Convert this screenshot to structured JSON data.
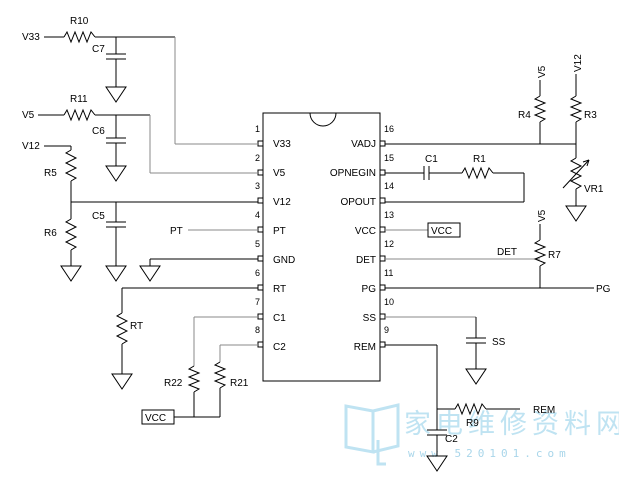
{
  "ic": {
    "left_pins": [
      {
        "num": "1",
        "name": "V33"
      },
      {
        "num": "2",
        "name": "V5"
      },
      {
        "num": "3",
        "name": "V12"
      },
      {
        "num": "4",
        "name": "PT"
      },
      {
        "num": "5",
        "name": "GND"
      },
      {
        "num": "6",
        "name": "RT"
      },
      {
        "num": "7",
        "name": "C1"
      },
      {
        "num": "8",
        "name": "C2"
      }
    ],
    "right_pins": [
      {
        "num": "16",
        "name": "VADJ"
      },
      {
        "num": "15",
        "name": "OPNEGIN"
      },
      {
        "num": "14",
        "name": "OPOUT"
      },
      {
        "num": "13",
        "name": "VCC"
      },
      {
        "num": "12",
        "name": "DET"
      },
      {
        "num": "11",
        "name": "PG"
      },
      {
        "num": "10",
        "name": "SS"
      },
      {
        "num": "9",
        "name": "REM"
      }
    ]
  },
  "components": {
    "r10": "R10",
    "r11": "R11",
    "r5": "R5",
    "r6": "R6",
    "r4": "R4",
    "r3": "R3",
    "r1": "R1",
    "r7": "R7",
    "rt": "RT",
    "r22": "R22",
    "r21": "R21",
    "r9": "R9",
    "c7": "C7",
    "c6": "C6",
    "c5": "C5",
    "c1": "C1",
    "c2": "C2",
    "vr1": "VR1"
  },
  "nets": {
    "v33": "V33",
    "v5_left": "V5",
    "v12_left": "V12",
    "v5_top": "V5",
    "v12_top": "V12",
    "v5_r7": "V5",
    "pt": "PT",
    "det": "DET",
    "pg": "PG",
    "ss": "SS",
    "rem": "REM",
    "vcc_box_right": "VCC",
    "vcc_box_left": "VCC"
  },
  "watermark": {
    "title": "家电维修资料网",
    "url": "www.520101.com"
  }
}
